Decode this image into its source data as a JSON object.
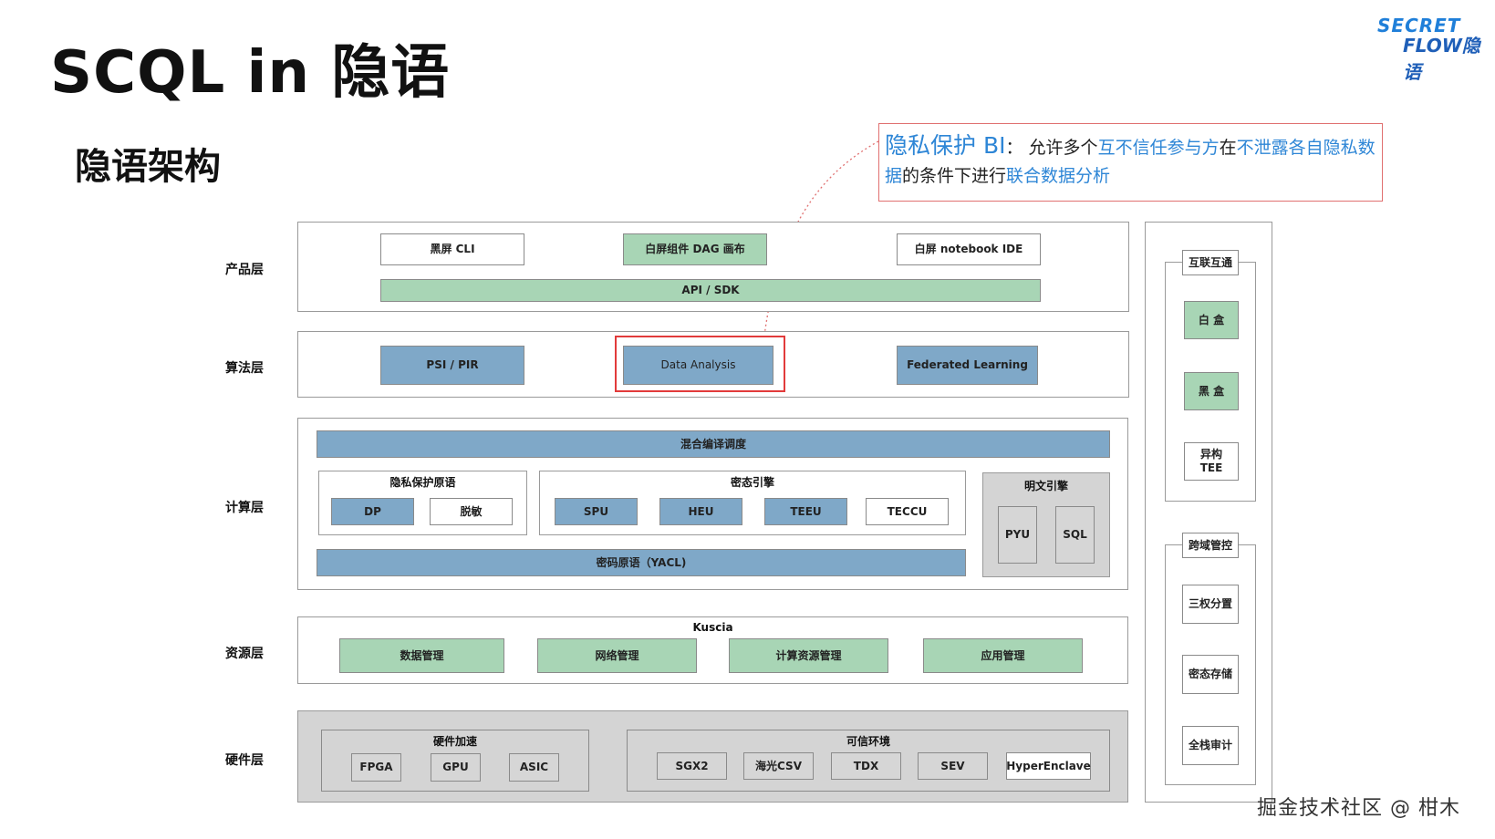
{
  "header": {
    "title": "SCQL in 隐语",
    "subtitle": "隐语架构"
  },
  "logo": {
    "line1": "SECRET",
    "line2": "FLOW隐语"
  },
  "callout": {
    "heading": "隐私保护 BI",
    "colon": "：",
    "t1": "允许多个",
    "h1": "互不信任参与方",
    "t2": "在",
    "h2": "不泄露各自隐私数据",
    "t3": "的条件下进行",
    "h3": "联合数据分析"
  },
  "layers": {
    "product": "产品层",
    "algorithm": "算法层",
    "compute": "计算层",
    "resource": "资源层",
    "hardware": "硬件层"
  },
  "product": {
    "cli": "黑屏 CLI",
    "dag": "白屏组件 DAG 画布",
    "notebook": "白屏 notebook IDE",
    "api": "API / SDK"
  },
  "algorithm": {
    "psi": "PSI / PIR",
    "data_analysis": "Data Analysis",
    "fl": "Federated Learning"
  },
  "compute": {
    "mix": "混合编译调度",
    "privacy_group": "隐私保护原语",
    "dp": "DP",
    "desens": "脱敏",
    "cipher_group": "密态引擎",
    "spu": "SPU",
    "heu": "HEU",
    "teeu": "TEEU",
    "teccu": "TECCU",
    "yacl": "密码原语（YACL)",
    "plain_group": "明文引擎",
    "pyu": "PYU",
    "sql": "SQL"
  },
  "resource": {
    "kuscia": "Kuscia",
    "data_mgmt": "数据管理",
    "net_mgmt": "网络管理",
    "compute_mgmt": "计算资源管理",
    "app_mgmt": "应用管理"
  },
  "hardware": {
    "accel_group": "硬件加速",
    "fpga": "FPGA",
    "gpu": "GPU",
    "asic": "ASIC",
    "trusted_group": "可信环境",
    "sgx2": "SGX2",
    "hygon": "海光CSV",
    "tdx": "TDX",
    "sev": "SEV",
    "hyper": "HyperEnclave"
  },
  "side": {
    "interop": "互联互通",
    "white_box": "白 盒",
    "black_box": "黑 盒",
    "hetero_line1": "异构",
    "hetero_line2": "TEE",
    "crossdomain": "跨域管控",
    "three_powers": "三权分置",
    "cipher_storage": "密态存储",
    "full_audit": "全栈审计"
  },
  "watermark": "掘金技术社区 @ 柑木",
  "colors": {
    "green": "#a8d5b5",
    "blue": "#7fa8c8",
    "highlight": "#e23b3b",
    "accent": "#2e86d6"
  }
}
